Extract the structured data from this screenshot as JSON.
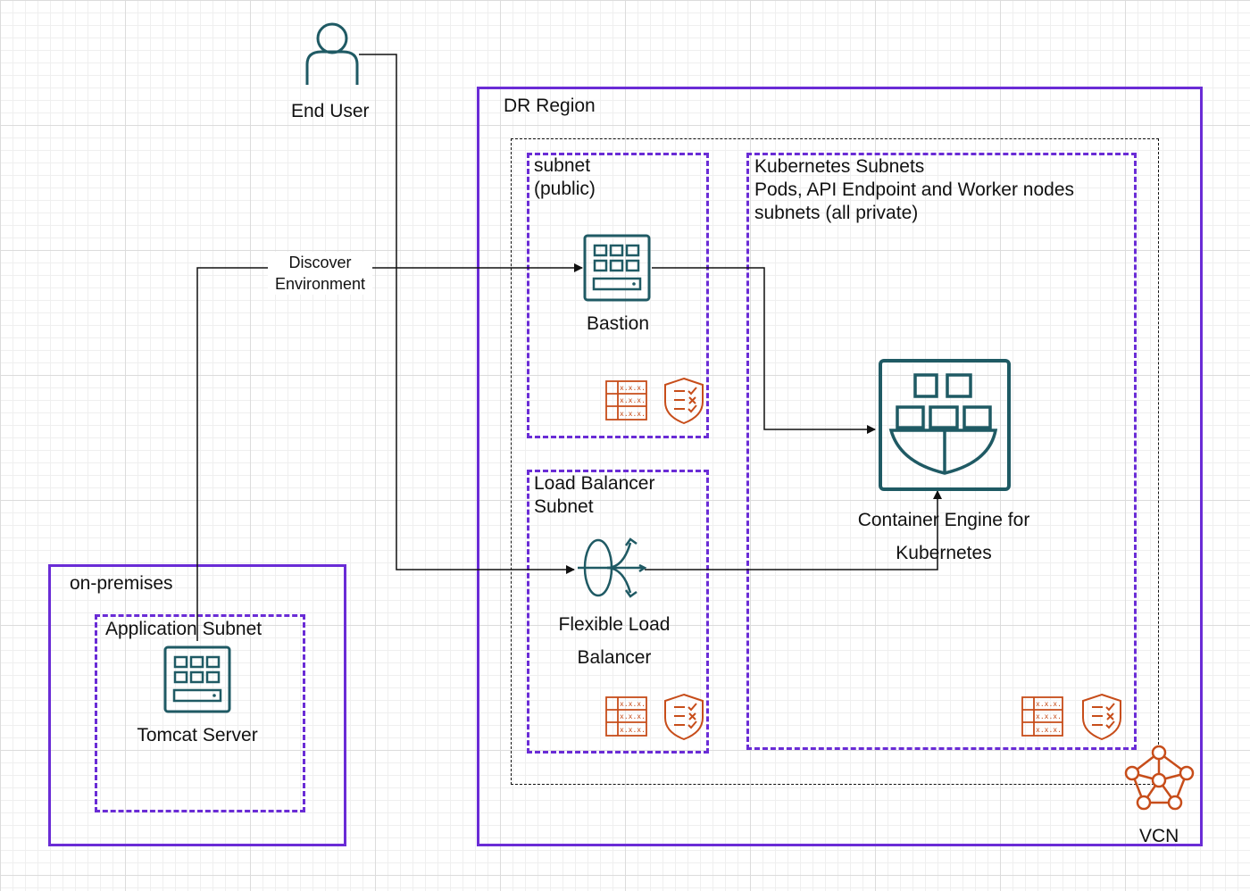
{
  "nodes": {
    "end_user": "End User",
    "dr_region": "DR Region",
    "public_subnet": "subnet\n(public)",
    "k8s_subnets": "Kubernetes Subnets\nPods, API Endpoint and Worker nodes\nsubnets (all private)",
    "bastion": "Bastion",
    "lb_subnet": "Load Balancer\nSubnet",
    "container_engine_line1": "Container Engine for",
    "container_engine_line2": "Kubernetes",
    "flexible_lb_line1": "Flexible Load",
    "flexible_lb_line2": "Balancer",
    "on_premises": "on-premises",
    "app_subnet": "Application Subnet",
    "tomcat": "Tomcat Server",
    "vcn": "VCN"
  },
  "edges": {
    "discover_line1": "Discover",
    "discover_line2": "Environment"
  },
  "icons": {
    "user": "user-icon",
    "server": "compute-instance-icon",
    "container_engine": "container-engine-icon",
    "load_balancer": "load-balancer-icon",
    "route_table": "route-table-icon",
    "security_list": "security-list-icon",
    "vcn": "vcn-icon"
  },
  "colors": {
    "region_border": "#6a2cd6",
    "icon_teal": "#1f5a64",
    "icon_orange": "#c74d1a"
  }
}
